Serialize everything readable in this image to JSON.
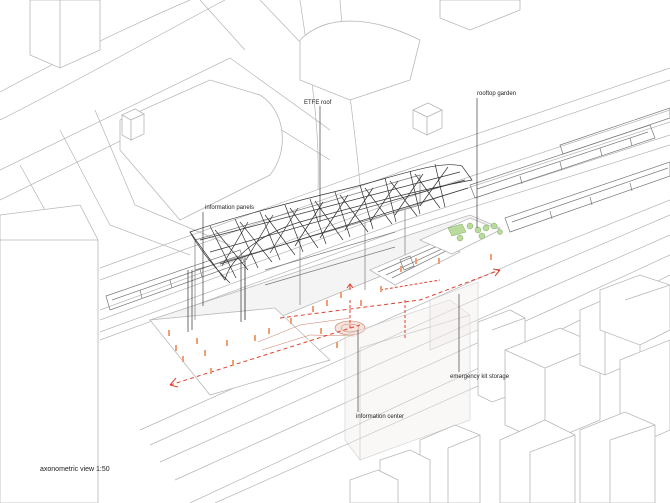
{
  "labels": {
    "etfe_roof": "ETFE roof",
    "rooftop_garden": "rooftop garden",
    "information_panels": "information panels",
    "emergency_kit_storage": "emergency kit storage",
    "information_center": "information center",
    "view_title": "axonometric view 1:50"
  },
  "colors": {
    "accent_red": "#e0412b",
    "people_orange": "#f0a070",
    "garden_green": "#b9dc9c",
    "context_line": "#b5b5b5",
    "ink": "#222222"
  }
}
